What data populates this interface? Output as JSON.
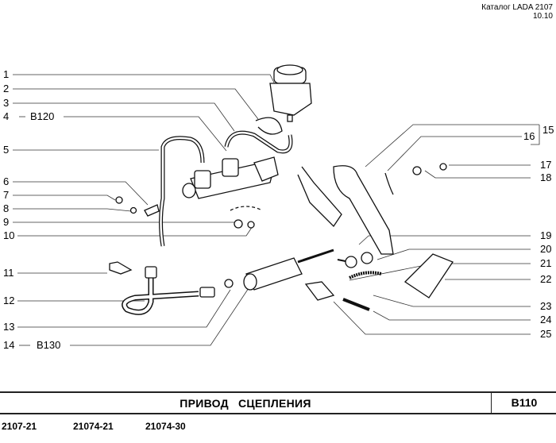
{
  "header": {
    "catalog": "Каталог LADA 2107",
    "date": "10.10"
  },
  "callouts_left": [
    {
      "num": "1"
    },
    {
      "num": "2"
    },
    {
      "num": "3"
    },
    {
      "num": "4",
      "ref": "B120"
    },
    {
      "num": "5"
    },
    {
      "num": "6"
    },
    {
      "num": "7"
    },
    {
      "num": "8"
    },
    {
      "num": "9"
    },
    {
      "num": "10"
    },
    {
      "num": "11"
    },
    {
      "num": "12"
    },
    {
      "num": "13"
    },
    {
      "num": "14",
      "ref": "B130"
    }
  ],
  "callouts_right": [
    {
      "num": "15"
    },
    {
      "num": "16"
    },
    {
      "num": "17"
    },
    {
      "num": "18"
    },
    {
      "num": "19"
    },
    {
      "num": "20"
    },
    {
      "num": "21"
    },
    {
      "num": "22"
    },
    {
      "num": "23"
    },
    {
      "num": "24"
    },
    {
      "num": "25"
    }
  ],
  "footer": {
    "title_word1": "ПРИВОД",
    "title_word2": "СЦЕПЛЕНИЯ",
    "section_code": "B110",
    "models": [
      "2107-21",
      "21074-21",
      "21074-30"
    ]
  }
}
